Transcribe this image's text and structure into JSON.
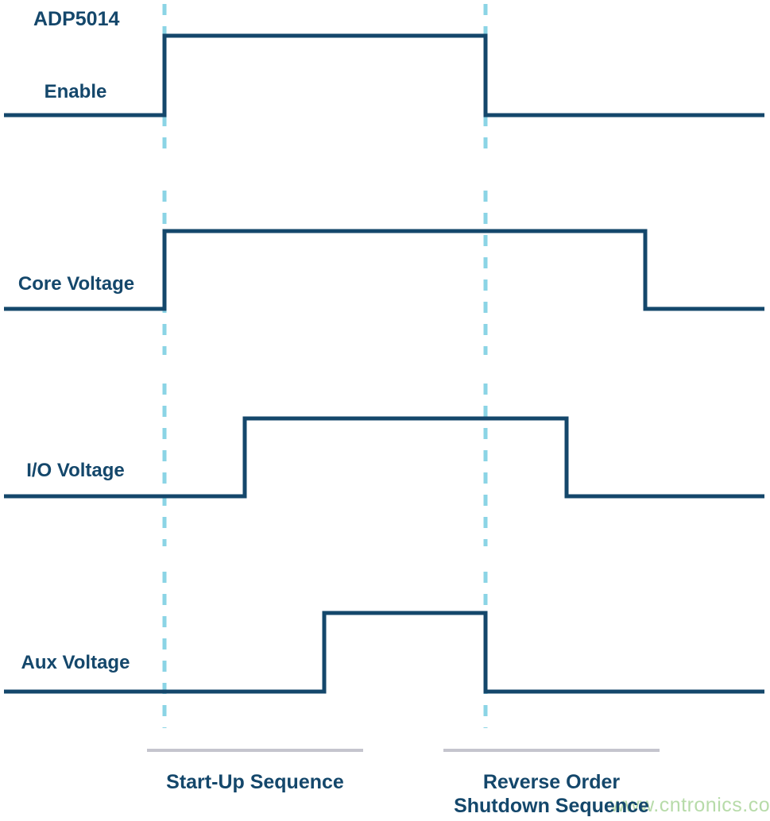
{
  "title": "ADP5014",
  "watermark": "www.cntronics.com",
  "colors": {
    "background": "#FFFFFF",
    "signal": "#14476B",
    "text": "#14476B",
    "event_dash": "#8BD4E5",
    "annotation_line": "#C5C5CE",
    "watermark": "#B7DBA9"
  },
  "chart_data": {
    "type": "timing",
    "title": "ADP5014",
    "x_range": [
      5,
      962
    ],
    "signals": [
      {
        "name": "Enable",
        "rise_x": 207,
        "fall_x": 611,
        "high_y": 45,
        "low_y": 145
      },
      {
        "name": "Core Voltage",
        "rise_x": 207,
        "fall_x": 812,
        "high_y": 291,
        "low_y": 389
      },
      {
        "name": "I/O Voltage",
        "rise_x": 308,
        "fall_x": 713,
        "high_y": 527,
        "low_y": 625
      },
      {
        "name": "Aux Voltage",
        "rise_x": 408,
        "fall_x": 611,
        "high_y": 772,
        "low_y": 871
      }
    ],
    "event_lines": [
      {
        "name": "startup-event",
        "x": 207,
        "segments": [
          [
            5,
            200
          ],
          [
            240,
            447
          ],
          [
            483,
            688
          ],
          [
            720,
            917
          ]
        ]
      },
      {
        "name": "shutdown-event",
        "x": 611,
        "segments": [
          [
            5,
            200
          ],
          [
            240,
            447
          ],
          [
            483,
            688
          ],
          [
            720,
            917
          ]
        ]
      }
    ],
    "annotations": [
      {
        "lines": [
          "Start-Up Sequence",
          ""
        ],
        "underline": {
          "x1": 185,
          "x2": 457,
          "y": 945
        }
      },
      {
        "lines": [
          "Reverse Order",
          "Shutdown Sequence"
        ],
        "underline": {
          "x1": 558,
          "x2": 830,
          "y": 945
        }
      }
    ],
    "sequence_order": {
      "startup": [
        "Enable",
        "Core Voltage",
        "I/O Voltage",
        "Aux Voltage"
      ],
      "shutdown": [
        "Aux Voltage",
        "I/O Voltage",
        "Core Voltage"
      ]
    }
  }
}
